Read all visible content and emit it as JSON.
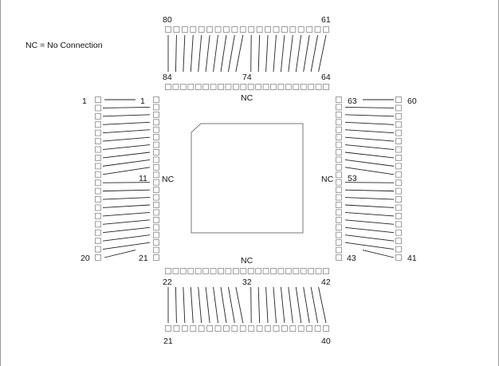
{
  "legend": "NC = No Connection",
  "labels": {
    "top_outer_left": "80",
    "top_outer_right": "61",
    "top_inner_left": "84",
    "top_inner_mid": "74",
    "top_inner_right": "64",
    "top_nc": "NC",
    "left_outer_top": "1",
    "left_outer_bottom": "20",
    "left_inner_top": "1",
    "left_inner_mid": "11",
    "left_inner_bottom": "21",
    "left_nc": "NC",
    "right_outer_top": "60",
    "right_outer_bottom": "41",
    "right_inner_top": "63",
    "right_inner_mid": "53",
    "right_inner_bottom": "43",
    "right_nc": "NC",
    "bottom_outer_left": "21",
    "bottom_outer_right": "40",
    "bottom_inner_left": "22",
    "bottom_inner_mid": "32",
    "bottom_inner_right": "42",
    "bottom_nc": "NC"
  },
  "colors": {
    "line": "#222222",
    "pad": "#888888",
    "chip": "#777777",
    "frame": "#999999"
  }
}
